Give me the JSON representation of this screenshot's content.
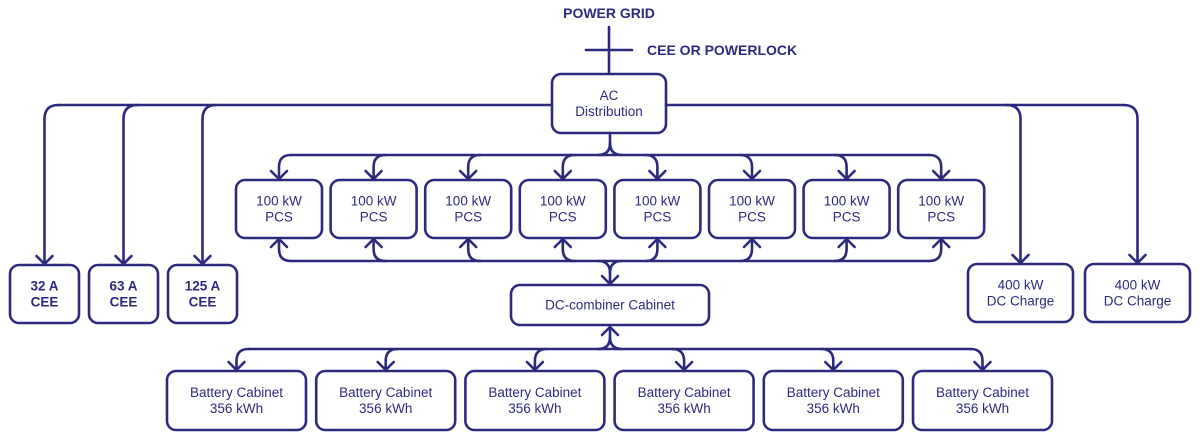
{
  "grid": {
    "label": "POWER GRID",
    "connection_label": "CEE OR POWERLOCK"
  },
  "ac_distribution": {
    "line1": "AC",
    "line2": "Distribution"
  },
  "cee_outlets": [
    {
      "line1": "32 A",
      "line2": "CEE"
    },
    {
      "line1": "63 A",
      "line2": "CEE"
    },
    {
      "line1": "125 A",
      "line2": "CEE"
    }
  ],
  "pcs_units": [
    {
      "line1": "100 kW",
      "line2": "PCS"
    },
    {
      "line1": "100 kW",
      "line2": "PCS"
    },
    {
      "line1": "100 kW",
      "line2": "PCS"
    },
    {
      "line1": "100 kW",
      "line2": "PCS"
    },
    {
      "line1": "100 kW",
      "line2": "PCS"
    },
    {
      "line1": "100 kW",
      "line2": "PCS"
    },
    {
      "line1": "100 kW",
      "line2": "PCS"
    },
    {
      "line1": "100 kW",
      "line2": "PCS"
    }
  ],
  "dc_combiner": {
    "label": "DC-combiner Cabinet"
  },
  "dc_chargers": [
    {
      "line1": "400 kW",
      "line2": "DC Charge"
    },
    {
      "line1": "400 kW",
      "line2": "DC Charge"
    }
  ],
  "battery_cabinets": [
    {
      "line1": "Battery Cabinet",
      "line2": "356 kWh"
    },
    {
      "line1": "Battery Cabinet",
      "line2": "356 kWh"
    },
    {
      "line1": "Battery Cabinet",
      "line2": "356 kWh"
    },
    {
      "line1": "Battery Cabinet",
      "line2": "356 kWh"
    },
    {
      "line1": "Battery Cabinet",
      "line2": "356 kWh"
    },
    {
      "line1": "Battery Cabinet",
      "line2": "356 kWh"
    }
  ],
  "style": {
    "line_color": "#2d2a7e",
    "background": "#ffffff"
  }
}
